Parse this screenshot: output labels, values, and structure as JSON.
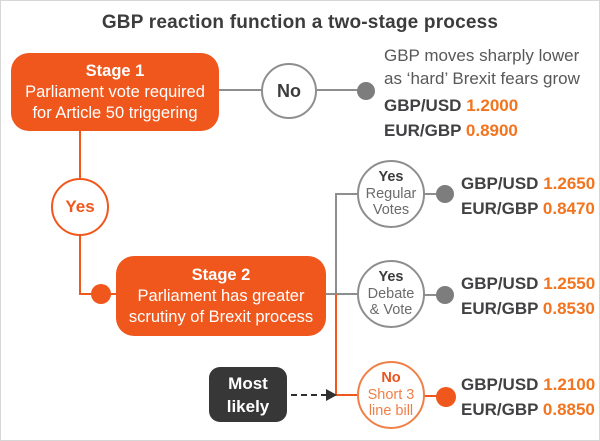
{
  "title": "GBP reaction function a two-stage process",
  "stage1": {
    "heading": "Stage 1",
    "line1": "Parliament vote required",
    "line2": "for Article 50 triggering"
  },
  "no_branch": {
    "circle_label": "No",
    "desc_line1": "GBP moves sharply lower",
    "desc_line2": "as ‘hard’ Brexit fears grow",
    "quotes": [
      {
        "pair": "GBP/USD",
        "value": "1.2000"
      },
      {
        "pair": "EUR/GBP",
        "value": "0.8900"
      }
    ]
  },
  "yes_circle_label": "Yes",
  "stage2": {
    "heading": "Stage 2",
    "line1": "Parliament has greater",
    "line2": "scrutiny of Brexit process"
  },
  "outcomes": [
    {
      "circle": [
        "Yes",
        "Regular",
        "Votes"
      ],
      "quotes": [
        {
          "pair": "GBP/USD",
          "value": "1.2650"
        },
        {
          "pair": "EUR/GBP",
          "value": "0.8470"
        }
      ]
    },
    {
      "circle": [
        "Yes",
        "Debate",
        "& Vote"
      ],
      "quotes": [
        {
          "pair": "GBP/USD",
          "value": "1.2550"
        },
        {
          "pair": "EUR/GBP",
          "value": "0.8530"
        }
      ]
    },
    {
      "circle": [
        "No",
        "Short 3",
        "line bill"
      ],
      "quotes": [
        {
          "pair": "GBP/USD",
          "value": "1.2100"
        },
        {
          "pair": "EUR/GBP",
          "value": "0.8850"
        }
      ]
    }
  ],
  "most_likely": {
    "line1": "Most",
    "line2": "likely"
  },
  "colors": {
    "orange": "#F0571D",
    "orange_light": "#F08048",
    "orange_deep": "#E8531E",
    "orange_value": "#F3741E",
    "dark_text": "#3C3C3C",
    "gray_text": "#58585A",
    "gray_sub": "#6B6B6B",
    "pair_text": "#414042",
    "line_gray": "#8E8E8E",
    "dot_gray": "#7D7D7D",
    "dark_box": "#373737",
    "arrow_dark": "#2F2F2F"
  }
}
